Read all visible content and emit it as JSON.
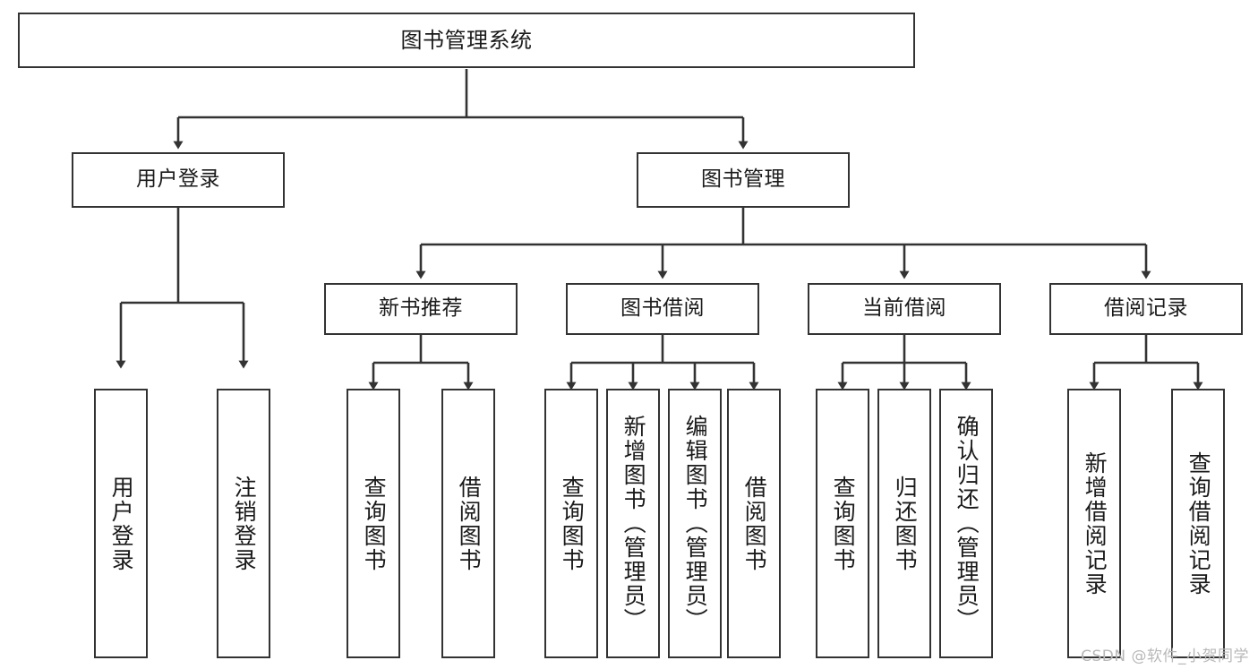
{
  "diagram": {
    "title": "图书管理系统",
    "type": "tree",
    "watermark": "CSDN @软件_小贺同学",
    "colors": {
      "box_border": "#333333",
      "box_fill": "#ffffff",
      "edge": "#333333",
      "text": "#1a1a1a",
      "watermark": "#b8b8b8",
      "background": "#ffffff"
    },
    "nodes": {
      "root": {
        "label": "图书管理系统"
      },
      "level2": [
        {
          "label": "用户登录"
        },
        {
          "label": "图书管理"
        }
      ],
      "level3": [
        {
          "label": "新书推荐"
        },
        {
          "label": "图书借阅"
        },
        {
          "label": "当前借阅"
        },
        {
          "label": "借阅记录"
        }
      ],
      "leaves": {
        "user_login": [
          {
            "label": "用户登录"
          },
          {
            "label": "注销登录"
          }
        ],
        "new_book": [
          {
            "label": "查询图书"
          },
          {
            "label": "借阅图书"
          }
        ],
        "book_borrow": [
          {
            "label": "查询图书"
          },
          {
            "label": "新增图书（管理员）"
          },
          {
            "label": "编辑图书（管理员）"
          },
          {
            "label": "借阅图书"
          }
        ],
        "current_borrow": [
          {
            "label": "查询图书"
          },
          {
            "label": "归还图书"
          },
          {
            "label": "确认归还（管理员）"
          }
        ],
        "borrow_record": [
          {
            "label": "新增借阅记录"
          },
          {
            "label": "查询借阅记录"
          }
        ]
      }
    },
    "edges": [
      {
        "from": "图书管理系统",
        "to": "用户登录"
      },
      {
        "from": "图书管理系统",
        "to": "图书管理"
      },
      {
        "from": "用户登录",
        "to": "用户登录"
      },
      {
        "from": "用户登录",
        "to": "注销登录"
      },
      {
        "from": "图书管理",
        "to": "新书推荐"
      },
      {
        "from": "图书管理",
        "to": "图书借阅"
      },
      {
        "from": "图书管理",
        "to": "当前借阅"
      },
      {
        "from": "图书管理",
        "to": "借阅记录"
      },
      {
        "from": "新书推荐",
        "to": "查询图书"
      },
      {
        "from": "新书推荐",
        "to": "借阅图书"
      },
      {
        "from": "图书借阅",
        "to": "查询图书"
      },
      {
        "from": "图书借阅",
        "to": "新增图书（管理员）"
      },
      {
        "from": "图书借阅",
        "to": "编辑图书（管理员）"
      },
      {
        "from": "图书借阅",
        "to": "借阅图书"
      },
      {
        "from": "当前借阅",
        "to": "查询图书"
      },
      {
        "from": "当前借阅",
        "to": "归还图书"
      },
      {
        "from": "当前借阅",
        "to": "确认归还（管理员）"
      },
      {
        "from": "借阅记录",
        "to": "新增借阅记录"
      },
      {
        "from": "借阅记录",
        "to": "查询借阅记录"
      }
    ]
  }
}
